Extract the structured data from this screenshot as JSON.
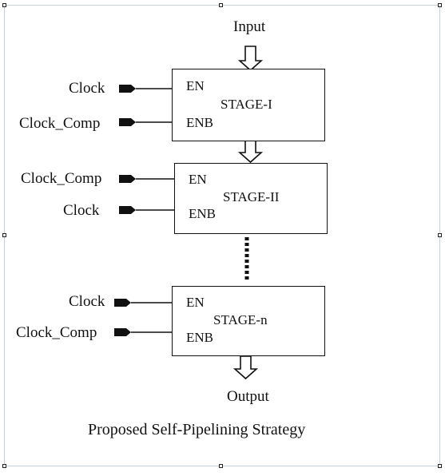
{
  "diagram": {
    "input_label": "Input",
    "output_label": "Output",
    "caption": "Proposed Self-Pipelining Strategy",
    "stages": [
      {
        "name": "STAGE-I",
        "en": "EN",
        "enb": "ENB",
        "signals": [
          "Clock",
          "Clock_Comp"
        ]
      },
      {
        "name": "STAGE-II",
        "en": "EN",
        "enb": "ENB",
        "signals": [
          "Clock_Comp",
          "Clock"
        ]
      },
      {
        "name": "STAGE-n",
        "en": "EN",
        "enb": "ENB",
        "signals": [
          "Clock",
          "Clock_Comp"
        ]
      }
    ]
  }
}
